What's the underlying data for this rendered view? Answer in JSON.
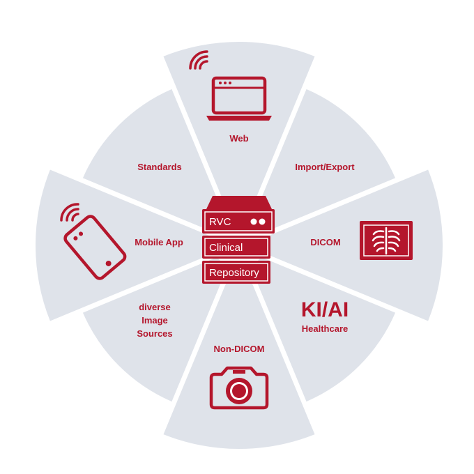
{
  "colors": {
    "accent": "#b4162c",
    "segment_fill": "#dfe3ea",
    "background": "#ffffff"
  },
  "center": {
    "lines": [
      "RVC",
      "Clinical",
      "Repository"
    ]
  },
  "segments": [
    {
      "label": "Web",
      "icon": "laptop-wifi-icon"
    },
    {
      "label": "Import/Export"
    },
    {
      "label": "DICOM",
      "icon": "xray-monitor-icon"
    },
    {
      "label_big": "KI/AI",
      "label": "Healthcare"
    },
    {
      "label": "Non-DICOM",
      "icon": "camera-icon"
    },
    {
      "lines": [
        "diverse",
        "Image",
        "Sources"
      ]
    },
    {
      "label": "Mobile App",
      "icon": "mobile-wifi-icon"
    },
    {
      "label": "Standards"
    }
  ]
}
